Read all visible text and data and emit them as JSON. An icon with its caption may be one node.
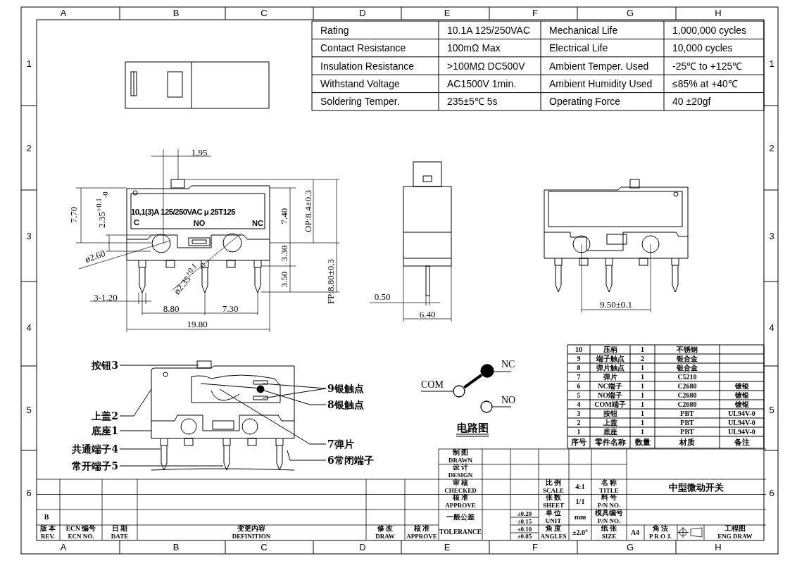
{
  "diagram": {
    "nodes": [
      {
        "text": [
          "按钮3"
        ]
      },
      {
        "text": [
          "上盖2"
        ]
      },
      {
        "text": [
          "底座1"
        ]
      },
      {
        "text": [
          "共通端子4"
        ]
      },
      {
        "text": [
          "常开端子5"
        ]
      },
      {
        "text": [
          "9银触点"
        ]
      },
      {
        "text": [
          "8银触点"
        ]
      },
      {
        "text": [
          "7弹片"
        ]
      },
      {
        "text": [
          "6常闭端子"
        ]
      },
      {
        "text": [],
        "shape": "circle",
        "beside": [
          "COM"
        ]
      },
      {
        "text": [],
        "shape": "circle",
        "beside": [
          "NC"
        ]
      },
      {
        "text": [],
        "shape": "circle",
        "beside": [
          "NO"
        ]
      },
      {
        "text": [],
        "shape": "picture"
      }
    ],
    "edges": [
      {
        "from": 0,
        "to": 12,
        "arrow": "none"
      },
      {
        "from": 1,
        "to": 12,
        "arrow": "none"
      },
      {
        "from": 2,
        "to": 12,
        "arrow": "none"
      },
      {
        "from": 3,
        "to": 12,
        "arrow": "none"
      },
      {
        "from": 4,
        "to": 12,
        "arrow": "none"
      },
      {
        "from": 5,
        "to": 12,
        "arrow": "none"
      },
      {
        "from": 5,
        "to": 12,
        "arrow": "none"
      },
      {
        "from": 6,
        "to": 12,
        "arrow": "none"
      },
      {
        "from": 7,
        "to": 12,
        "arrow": "none"
      },
      {
        "from": 8,
        "to": 12,
        "arrow": "none"
      },
      {
        "from": 9,
        "to": 10,
        "arrow": "none",
        "style": "thick"
      }
    ],
    "labels": [
      "A",
      "B",
      "C",
      "D",
      "E",
      "F",
      "G",
      "H",
      "1",
      "2",
      "3",
      "4",
      "5",
      "6",
      "1",
      "2",
      "3",
      "4",
      "5",
      "6",
      "Rating",
      "10.1A 125/250VAC",
      "Mechanical Life",
      "1,000,000 cycles",
      "Contact Resistance",
      "100mΩ Max",
      "Electrical Life",
      "10,000 cycles",
      "Insulation Resistance",
      ">100MΩ DC500V",
      "Ambient Temper. Used",
      "-25℃ to +125℃",
      "Withstand Voltage",
      "AC1500V 1min.",
      "Ambient Humidity Used",
      "≤85% at +40℃",
      "Soldering Temper.",
      "235±5℃ 5s",
      "Operating Force",
      "40 ±20gf",
      "10,1(3)A 125/250VAC μ 25T125",
      "C",
      "NO",
      "NC",
      "1.95",
      "7.70",
      "2.35$^{+0.1}$$_{-0}$",
      "7.40",
      "OP:8.4±0.3",
      "ø2.60",
      "3.30",
      "ø2.35$^{+0.1}$$_{-0}$",
      "3.50",
      "FP:8.80±0.3",
      "3-1.20",
      "8.80",
      "7.30",
      "19.80",
      "0.50",
      "6.40",
      "9.50±0.1",
      "电路图",
      "10",
      "压柄",
      "1",
      "不锈钢",
      "9",
      "端子触点",
      "2",
      "银合金",
      "8",
      "弹片触点",
      "1",
      "银合金",
      "7",
      "弹片",
      "1",
      "C5210",
      "6",
      "NC端子",
      "1",
      "C2680",
      "镀银",
      "5",
      "NO端子",
      "1",
      "C2680",
      "镀银",
      "4",
      "COM端子",
      "1",
      "C2680",
      "镀银",
      "3",
      "按钮",
      "1",
      "PBT",
      "UL94V-0",
      "2",
      "上盖",
      "1",
      "PBT",
      "UL94V-0",
      "1",
      "底座",
      "1",
      "PBT",
      "UL94V-0",
      "序号",
      "零件名称",
      "数量",
      "材质",
      "备注",
      "制 图",
      "DRAWN",
      "设 计",
      "DESIGN",
      "审 核",
      "CHECKED",
      "比 例",
      "SCALE",
      "4:1",
      "名 称",
      "TITLE",
      "中型微动开关",
      "核 准",
      "APPROVE",
      "张 数",
      "SHEET",
      "1/1",
      "料 号",
      "P/N NO.",
      "B",
      "一般公差",
      "±0.20",
      "单 位",
      "mm",
      "模具编号",
      "±0.15",
      "UNIT",
      "P/N NO.",
      "版 本",
      "ECN 编号",
      "日 期",
      "变更内容",
      "修 改",
      "核 准",
      "TOLERANCE",
      "±0.10",
      "角 度",
      "±2.0°",
      "纸 张",
      "A4",
      "角 法",
      "工程图",
      "REV.",
      "ECN NO.",
      "DATE",
      "DEFINITION",
      "DRAW",
      "APPROVE",
      "±0.05",
      "ANGLES",
      "SIZE",
      "P R O J.",
      "ENG DRAW",
      "A",
      "B",
      "C",
      "D",
      "E",
      "F",
      "G",
      "H"
    ]
  }
}
